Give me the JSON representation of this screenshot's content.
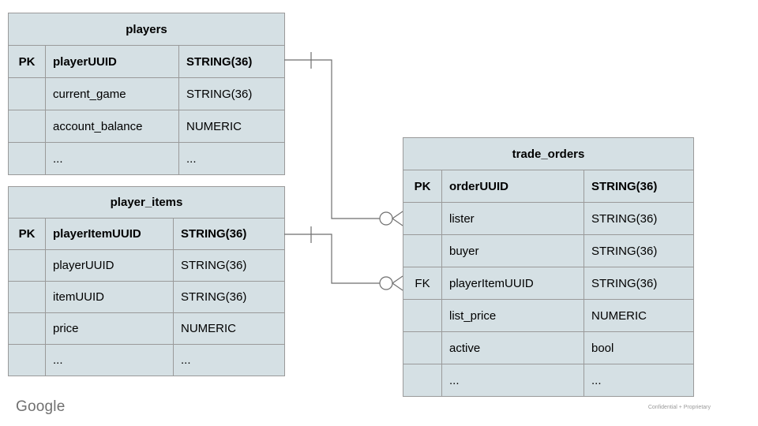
{
  "branding": {
    "logo_text": "Google",
    "footer_note": "Confidential + Proprietary"
  },
  "colors": {
    "table_fill": "#d5e0e4",
    "table_border": "#9a9a9a",
    "connector": "#6e6e6e",
    "background": "#ffffff"
  },
  "tables": [
    {
      "name": "players",
      "rows": [
        {
          "key": "PK",
          "field": "playerUUID",
          "type": "STRING(36)"
        },
        {
          "key": "",
          "field": "current_game",
          "type": "STRING(36)"
        },
        {
          "key": "",
          "field": "account_balance",
          "type": "NUMERIC"
        },
        {
          "key": "",
          "field": "...",
          "type": "..."
        }
      ]
    },
    {
      "name": "player_items",
      "rows": [
        {
          "key": "PK",
          "field": "playerItemUUID",
          "type": "STRING(36)"
        },
        {
          "key": "",
          "field": "playerUUID",
          "type": "STRING(36)"
        },
        {
          "key": "",
          "field": "itemUUID",
          "type": "STRING(36)"
        },
        {
          "key": "",
          "field": "price",
          "type": "NUMERIC"
        },
        {
          "key": "",
          "field": "...",
          "type": "..."
        }
      ]
    },
    {
      "name": "trade_orders",
      "rows": [
        {
          "key": "PK",
          "field": "orderUUID",
          "type": "STRING(36)"
        },
        {
          "key": "",
          "field": "lister",
          "type": "STRING(36)"
        },
        {
          "key": "",
          "field": "buyer",
          "type": "STRING(36)"
        },
        {
          "key": "FK",
          "field": "playerItemUUID",
          "type": "STRING(36)"
        },
        {
          "key": "",
          "field": "list_price",
          "type": "NUMERIC"
        },
        {
          "key": "",
          "field": "active",
          "type": "bool"
        },
        {
          "key": "",
          "field": "...",
          "type": "..."
        }
      ]
    }
  ],
  "relationships": [
    {
      "from": "players.playerUUID",
      "to": "trade_orders.lister",
      "from_cardinality": "one",
      "to_cardinality": "zero-or-many"
    },
    {
      "from": "player_items.playerItemUUID",
      "to": "trade_orders.playerItemUUID",
      "from_cardinality": "one",
      "to_cardinality": "zero-or-many"
    }
  ]
}
